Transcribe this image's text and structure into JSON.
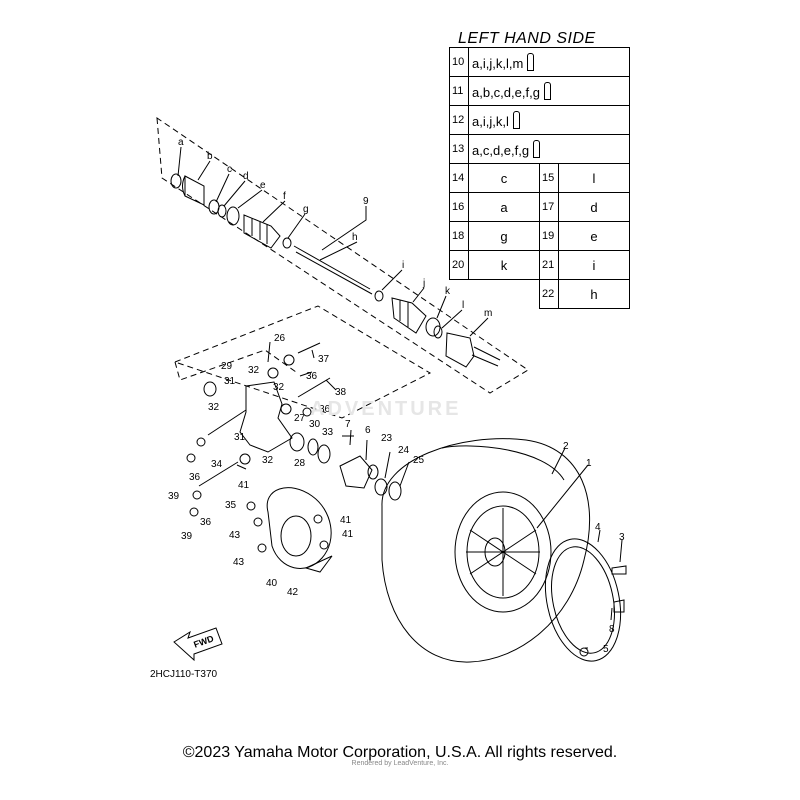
{
  "legend": {
    "title": "LEFT HAND SIDE",
    "long_rows": [
      {
        "num": "10",
        "parts": "a,i,j,k,l,m"
      },
      {
        "num": "11",
        "parts": "a,b,c,d,e,f,g"
      },
      {
        "num": "12",
        "parts": "a,i,j,k,l"
      },
      {
        "num": "13",
        "parts": "a,c,d,e,f,g"
      }
    ],
    "grid_rows": [
      {
        "n1": "14",
        "v1": "c",
        "n2": "15",
        "v2": "l"
      },
      {
        "n1": "16",
        "v1": "a",
        "n2": "17",
        "v2": "d"
      },
      {
        "n1": "18",
        "v1": "g",
        "n2": "19",
        "v2": "e"
      },
      {
        "n1": "20",
        "v1": "k",
        "n2": "21",
        "v2": "i"
      },
      {
        "n1": "",
        "v1": "",
        "n2": "22",
        "v2": "h"
      }
    ]
  },
  "callouts": {
    "a": "a",
    "b": "b",
    "c": "c",
    "d": "d",
    "e": "e",
    "f": "f",
    "g": "g",
    "h": "h",
    "i": "i",
    "j": "j",
    "k": "k",
    "l": "l",
    "m": "m",
    "n1": "1",
    "n2": "2",
    "n3": "3",
    "n4": "4",
    "n5": "5",
    "n6": "6",
    "n7": "7",
    "n8": "8",
    "n9": "9",
    "n23": "23",
    "n24": "24",
    "n25": "25",
    "n26": "26",
    "n27": "27",
    "n28": "28",
    "n29": "29",
    "n30": "30",
    "n31": "31",
    "n32": "32",
    "n33": "33",
    "n34": "34",
    "n35": "35",
    "n36": "36",
    "n37": "37",
    "n38": "38",
    "n39": "39",
    "n40": "40",
    "n41": "41",
    "n42": "42",
    "n43": "43"
  },
  "fwd_label": "FWD",
  "figure_code": "2HCJ110-T370",
  "watermark": "ADVENTURE",
  "copyright": "©2023 Yamaha Motor Corporation, U.S.A. All rights reserved.",
  "render_note": "Rendered by LeadVenture, Inc."
}
